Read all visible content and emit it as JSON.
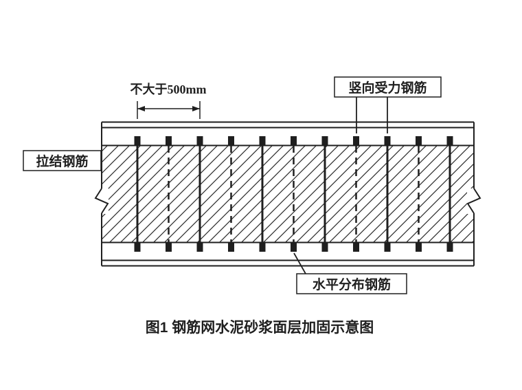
{
  "figure": {
    "caption": "图1  钢筋网水泥砂浆面层加固示意图",
    "dimension_label": "不大于500mm",
    "labels": {
      "vertical_rebar": "竖向受力钢筋",
      "tie_rebar": "拉结钢筋",
      "horizontal_rebar": "水平分布钢筋"
    },
    "colors": {
      "ink": "#1f1f1f",
      "background": "#ffffff",
      "hatch": "#2a2a2a"
    }
  }
}
